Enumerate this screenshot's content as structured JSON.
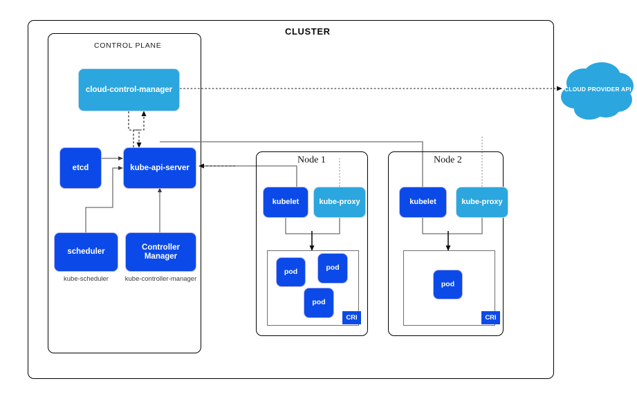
{
  "diagram": {
    "title": "CLUSTER",
    "control_plane": {
      "title": "CONTROL PLANE",
      "components": [
        {
          "id": "cloud-control-manager",
          "label": "cloud-control-manager",
          "style": "light"
        },
        {
          "id": "etcd",
          "label": "etcd",
          "style": "dark"
        },
        {
          "id": "kube-api-server",
          "label": "kube-api-server",
          "style": "dark"
        },
        {
          "id": "scheduler",
          "label": "scheduler",
          "style": "dark",
          "caption": "kube-scheduler"
        },
        {
          "id": "controller-manager",
          "label": "Controller Manager",
          "style": "dark",
          "caption": "kube-controller-manager"
        }
      ]
    },
    "nodes": [
      {
        "id": "node-1",
        "title": "Node 1",
        "kubelet": "kubelet",
        "kube_proxy": "kube-proxy",
        "runtime_badge": "CRI",
        "pods": [
          {
            "label": "pod"
          },
          {
            "label": "pod"
          },
          {
            "label": "pod"
          }
        ]
      },
      {
        "id": "node-2",
        "title": "Node 2",
        "kubelet": "kubelet",
        "kube_proxy": "kube-proxy",
        "runtime_badge": "CRI",
        "pods": [
          {
            "label": "pod"
          }
        ]
      }
    ],
    "cloud": {
      "label": "CLOUD PROVIDER API"
    },
    "colors": {
      "component_dark_blue": "#0b4ae8",
      "component_light_blue": "#2ba6de",
      "cloud_blue": "#2ba6de",
      "border_black": "#000000",
      "connector_gray": "#6f6f6f",
      "connector_black": "#111111",
      "canvas_background": "#ffffff"
    }
  }
}
